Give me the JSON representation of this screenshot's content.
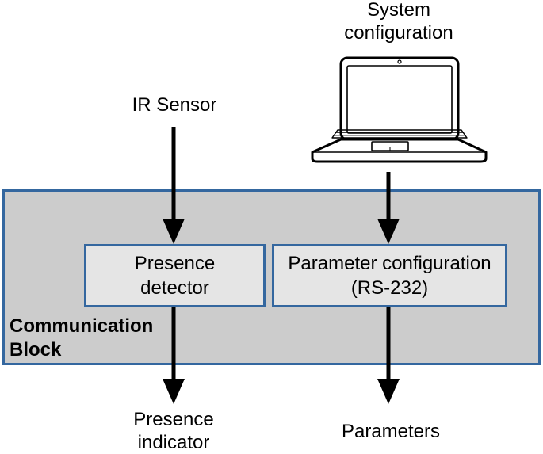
{
  "inputs": {
    "ir_sensor": "IR Sensor",
    "system_configuration": [
      "System",
      "configuration"
    ]
  },
  "communication_block": {
    "title": [
      "Communication",
      "Block"
    ],
    "presence_detector": [
      "Presence",
      "detector"
    ],
    "parameter_configuration": [
      "Parameter configuration",
      "(RS-232)"
    ]
  },
  "outputs": {
    "presence_indicator": [
      "Presence",
      "indicator"
    ],
    "parameters": "Parameters"
  },
  "colors": {
    "block_border": "#34679f",
    "block_fill": "#cccccc",
    "inner_fill": "#e5e5e5",
    "arrow": "#000000"
  },
  "icons": [
    "laptop-icon"
  ]
}
